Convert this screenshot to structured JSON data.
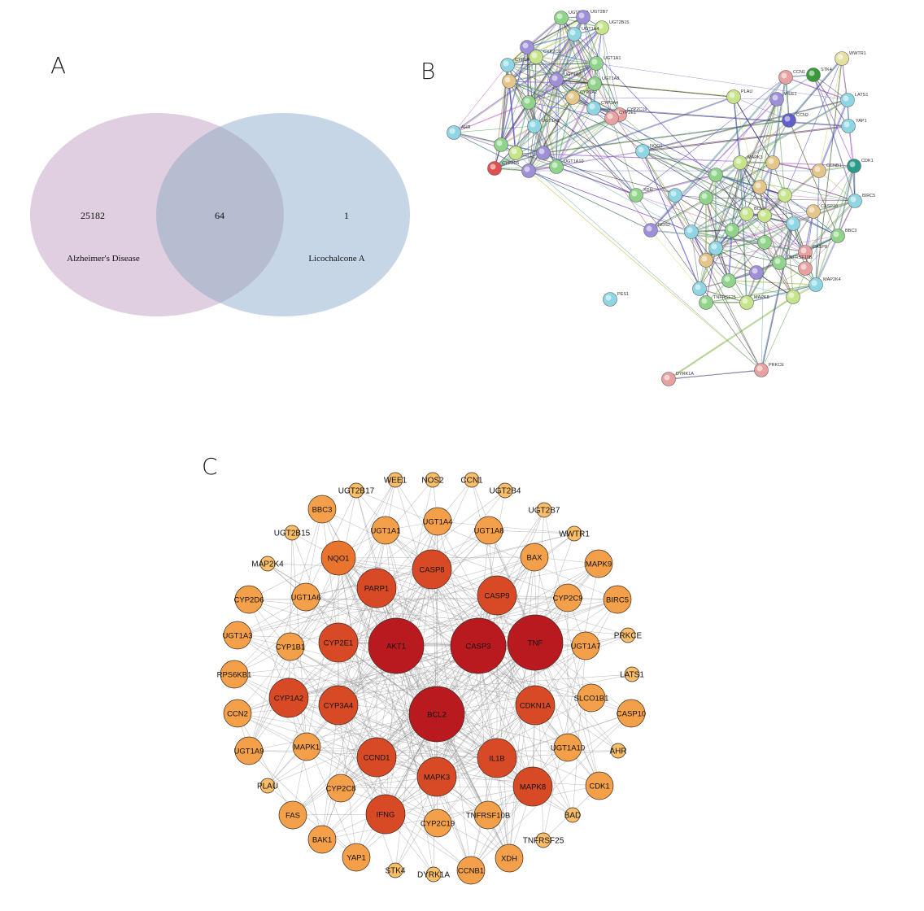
{
  "panels": {
    "a": {
      "letter": "A",
      "left_count": "25182",
      "overlap_count": "64",
      "right_count": "1",
      "left_set": "Alzheimer's Disease",
      "right_set": "Licochalcone A",
      "colors": {
        "left": "#dfcfe0",
        "right": "#c6d6e6",
        "overlap": "#b6bdd0"
      }
    },
    "b": {
      "letter": "B",
      "nodes": [
        {
          "id": "UGT2B17",
          "col": "#8fd48a"
        },
        {
          "id": "UGT2B7",
          "col": "#9f8fd8"
        },
        {
          "id": "UGT2B15",
          "col": "#c6e48a"
        },
        {
          "id": "UGT1A4",
          "col": "#8ed6e4"
        },
        {
          "id": "UGT1A1",
          "col": "#8fd48a"
        },
        {
          "id": "",
          "col": "#9f8fd8"
        },
        {
          "id": "CYP1B1",
          "col": "#8ed6e4"
        },
        {
          "id": "CYP2C9",
          "col": "#c6e48a"
        },
        {
          "id": "",
          "col": "#e4c68a"
        },
        {
          "id": "UGT1A6",
          "col": "#9f8fd8"
        },
        {
          "id": "UGT1A8",
          "col": "#8fd48a"
        },
        {
          "id": "CYP2C19",
          "col": "#e8a0a0"
        },
        {
          "id": "CYP3A4",
          "col": "#8ed6e4"
        },
        {
          "id": "CYP2E1",
          "col": "#e8a0a0"
        },
        {
          "id": "AHR",
          "col": "#8ed6e4"
        },
        {
          "id": "",
          "col": "#8fd48a"
        },
        {
          "id": "CYP1A2",
          "col": "#e4c68a"
        },
        {
          "id": "UGT1A3",
          "col": "#8ed6e4"
        },
        {
          "id": "",
          "col": "#9f8fd8"
        },
        {
          "id": "CYP2D6",
          "col": "#e05050"
        },
        {
          "id": "UGT1A10",
          "col": "#8fd48a"
        },
        {
          "id": "",
          "col": "#9f8fd8"
        },
        {
          "id": "",
          "col": "#c6e48a"
        },
        {
          "id": "",
          "col": "#8fd48a"
        },
        {
          "id": "NQO1",
          "col": "#8ed6e4"
        },
        {
          "id": "XDH",
          "col": "#8fd48a"
        },
        {
          "id": "NOS2",
          "col": "#9f8fd8"
        },
        {
          "id": "PES1",
          "col": "#8ed6e4"
        },
        {
          "id": "DYRK1A",
          "col": "#e8a0a0"
        },
        {
          "id": "PRKCE",
          "col": "#e8a0a0"
        },
        {
          "id": "PLAU",
          "col": "#c6e48a"
        },
        {
          "id": "CCN1",
          "col": "#e8a0a0"
        },
        {
          "id": "STK4",
          "col": "#3a9a3a"
        },
        {
          "id": "WWTR1",
          "col": "#e4e0a0"
        },
        {
          "id": "WEE1",
          "col": "#9f8fd8"
        },
        {
          "id": "CCN2",
          "col": "#6060c8"
        },
        {
          "id": "LATS1",
          "col": "#8ed6e4"
        },
        {
          "id": "YAP1",
          "col": "#8ed6e4"
        },
        {
          "id": "CDK1",
          "col": "#2a9a8a"
        },
        {
          "id": "CCNB1",
          "col": "#e4c68a"
        },
        {
          "id": "BIRC5",
          "col": "#8ed6e4"
        },
        {
          "id": "CASP10",
          "col": "#e4c68a"
        },
        {
          "id": "BBC3",
          "col": "#8fd48a"
        },
        {
          "id": "CASP8",
          "col": "#e8a0a0"
        },
        {
          "id": "MAP2K4",
          "col": "#8ed6e4"
        },
        {
          "id": "TNFRSF25",
          "col": "#8fd48a"
        },
        {
          "id": "MAPK8",
          "col": "#c6e48a"
        },
        {
          "id": "TNFRSF10B",
          "col": "#8fd48a"
        },
        {
          "id": "MAPK3",
          "col": "#c6e48a"
        },
        {
          "id": "",
          "col": "#8fd48a"
        },
        {
          "id": "",
          "col": "#e4c68a"
        },
        {
          "id": "",
          "col": "#8fd48a"
        },
        {
          "id": "",
          "col": "#8ed6e4"
        },
        {
          "id": "",
          "col": "#c6e48a"
        },
        {
          "id": "BCL2",
          "col": "#c6e48a"
        },
        {
          "id": "",
          "col": "#8fd48a"
        },
        {
          "id": "",
          "col": "#8ed6e4"
        },
        {
          "id": "",
          "col": "#e4c68a"
        },
        {
          "id": "",
          "col": "#8fd48a"
        },
        {
          "id": "",
          "col": "#c6e48a"
        },
        {
          "id": "",
          "col": "#8ed6e4"
        },
        {
          "id": "",
          "col": "#e8a0a0"
        },
        {
          "id": "",
          "col": "#8fd48a"
        },
        {
          "id": "",
          "col": "#8ed6e4"
        },
        {
          "id": "",
          "col": "#9f8fd8"
        },
        {
          "id": "",
          "col": "#c6e48a"
        },
        {
          "id": "",
          "col": "#e4c68a"
        },
        {
          "id": "",
          "col": "#8ed6e4"
        }
      ]
    },
    "c": {
      "letter": "C",
      "node_colors": {
        "hub": "#b81a20",
        "high": "#d84a26",
        "mid": "#e8742e",
        "low": "#f4a04a",
        "leaf": "#f8be6a"
      },
      "nodes": [
        {
          "id": "NOS2",
          "tier": "leaf"
        },
        {
          "id": "CCN1",
          "tier": "leaf"
        },
        {
          "id": "UGT2B4",
          "tier": "leaf"
        },
        {
          "id": "UGT2B7",
          "tier": "leaf"
        },
        {
          "id": "WWTR1",
          "tier": "leaf"
        },
        {
          "id": "MAPK9",
          "tier": "low"
        },
        {
          "id": "BIRC5",
          "tier": "low"
        },
        {
          "id": "PRKCE",
          "tier": "leaf"
        },
        {
          "id": "LATS1",
          "tier": "leaf"
        },
        {
          "id": "CASP10",
          "tier": "low"
        },
        {
          "id": "AHR",
          "tier": "leaf"
        },
        {
          "id": "CDK1",
          "tier": "low"
        },
        {
          "id": "BAD",
          "tier": "leaf"
        },
        {
          "id": "TNFRSF25",
          "tier": "leaf"
        },
        {
          "id": "XDH",
          "tier": "low"
        },
        {
          "id": "CCNB1",
          "tier": "low"
        },
        {
          "id": "DYRK1A",
          "tier": "leaf"
        },
        {
          "id": "STK4",
          "tier": "leaf"
        },
        {
          "id": "YAP1",
          "tier": "low"
        },
        {
          "id": "BAK1",
          "tier": "low"
        },
        {
          "id": "FAS",
          "tier": "low"
        },
        {
          "id": "PLAU",
          "tier": "leaf"
        },
        {
          "id": "UGT1A9",
          "tier": "low"
        },
        {
          "id": "CCN2",
          "tier": "low"
        },
        {
          "id": "RPS6KB1",
          "tier": "low"
        },
        {
          "id": "UGT1A3",
          "tier": "low"
        },
        {
          "id": "CYP2D6",
          "tier": "low"
        },
        {
          "id": "MAP2K4",
          "tier": "leaf"
        },
        {
          "id": "UGT2B15",
          "tier": "leaf"
        },
        {
          "id": "BBC3",
          "tier": "low"
        },
        {
          "id": "UGT2B17",
          "tier": "leaf"
        },
        {
          "id": "WEE1",
          "tier": "leaf"
        },
        {
          "id": "UGT1A4",
          "tier": "low"
        },
        {
          "id": "UGT1A8",
          "tier": "low"
        },
        {
          "id": "BAX",
          "tier": "low"
        },
        {
          "id": "CYP2C9",
          "tier": "low"
        },
        {
          "id": "UGT1A7",
          "tier": "low"
        },
        {
          "id": "SLCO1B1",
          "tier": "low"
        },
        {
          "id": "UGT1A10",
          "tier": "low"
        },
        {
          "id": "TNFRSF10B",
          "tier": "low"
        },
        {
          "id": "CYP2C19",
          "tier": "low"
        },
        {
          "id": "CYP2C8",
          "tier": "low"
        },
        {
          "id": "MAPK1",
          "tier": "low"
        },
        {
          "id": "CYP1B1",
          "tier": "low"
        },
        {
          "id": "UGT1A6",
          "tier": "low"
        },
        {
          "id": "UGT1A1",
          "tier": "low"
        },
        {
          "id": "NQO1",
          "tier": "mid"
        },
        {
          "id": "CASP8",
          "tier": "high"
        },
        {
          "id": "CASP9",
          "tier": "high"
        },
        {
          "id": "TNF",
          "tier": "hub"
        },
        {
          "id": "CDKN1A",
          "tier": "high"
        },
        {
          "id": "MAPK8",
          "tier": "high"
        },
        {
          "id": "IL1B",
          "tier": "high"
        },
        {
          "id": "MAPK3",
          "tier": "high"
        },
        {
          "id": "IFNG",
          "tier": "high"
        },
        {
          "id": "CCND1",
          "tier": "high"
        },
        {
          "id": "CYP1A2",
          "tier": "high"
        },
        {
          "id": "CYP3A4",
          "tier": "high"
        },
        {
          "id": "CYP2E1",
          "tier": "high"
        },
        {
          "id": "PARP1",
          "tier": "high"
        },
        {
          "id": "AKT1",
          "tier": "hub"
        },
        {
          "id": "CASP3",
          "tier": "hub"
        },
        {
          "id": "BCL2",
          "tier": "hub"
        }
      ]
    }
  }
}
